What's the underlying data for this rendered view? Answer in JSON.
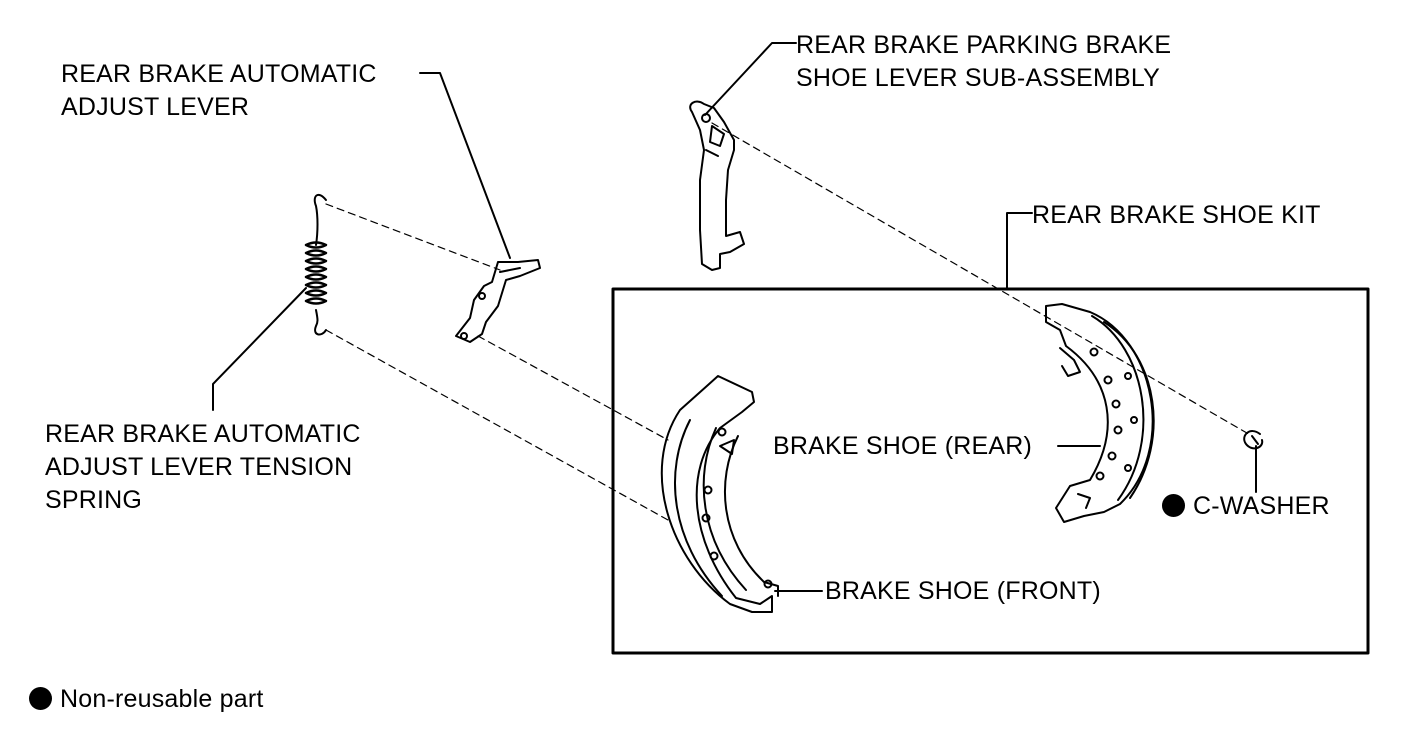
{
  "labels": {
    "adjust_lever": [
      "REAR BRAKE AUTOMATIC",
      "ADJUST LEVER"
    ],
    "parking_lever": [
      "REAR BRAKE PARKING BRAKE",
      "SHOE LEVER SUB-ASSEMBLY"
    ],
    "shoe_kit": "REAR BRAKE SHOE KIT",
    "tension_spring": [
      "REAR BRAKE AUTOMATIC",
      "ADJUST LEVER TENSION",
      "SPRING"
    ],
    "brake_shoe_rear": "BRAKE SHOE (REAR)",
    "c_washer": "C-WASHER",
    "brake_shoe_front": "BRAKE SHOE (FRONT)"
  },
  "legend": {
    "non_reusable": "Non-reusable part"
  },
  "non_reusable_parts": [
    "C-WASHER"
  ],
  "colors": {
    "ink": "#000000",
    "background": "#ffffff"
  }
}
